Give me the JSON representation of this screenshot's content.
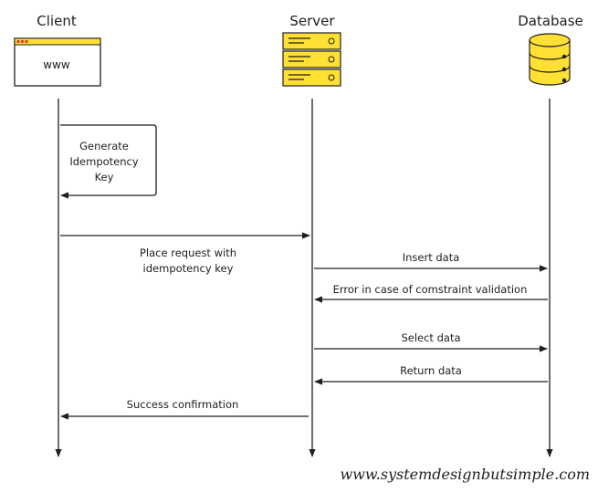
{
  "participants": {
    "client": {
      "label": "Client",
      "box_text": "www"
    },
    "server": {
      "label": "Server"
    },
    "database": {
      "label": "Database"
    }
  },
  "notes": {
    "generate_key": [
      "Generate",
      "Idempotency",
      "Key"
    ]
  },
  "messages": {
    "place_request": [
      "Place request with",
      "idempotency key"
    ],
    "insert_data": "Insert data",
    "constraint_error": "Error in case of comstraint validation",
    "select_data": "Select data",
    "return_data": "Return data",
    "success": "Success confirmation"
  },
  "watermark": "www.systemdesignbutsimple.com",
  "colors": {
    "stroke": "#1e1e1e",
    "server_fill": "#ffe033",
    "database_fill": "#ffe033",
    "browser_bar": "#ffe033",
    "browser_dots": "#e03131"
  }
}
